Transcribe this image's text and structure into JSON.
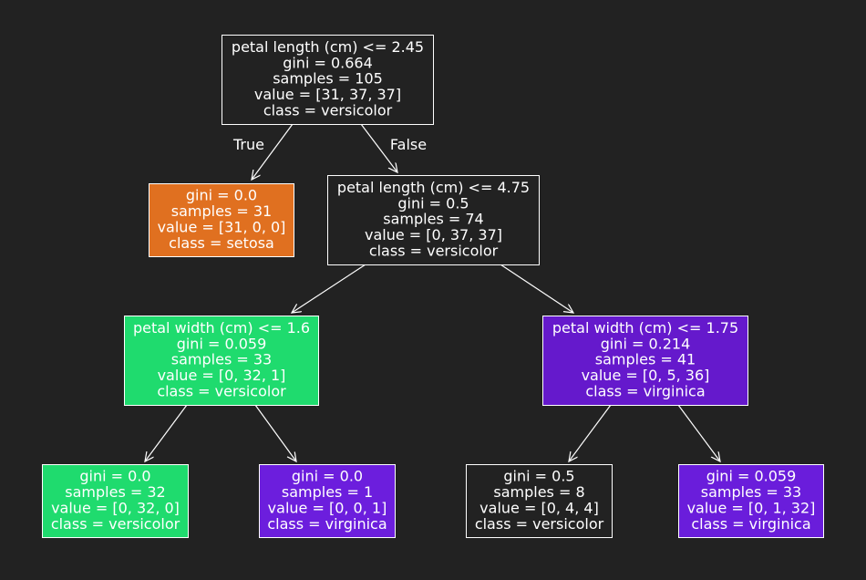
{
  "colors": {
    "background": "#222222",
    "text": "#ffffff",
    "edge": "#ffffff",
    "node_border": "#ffffff"
  },
  "edge_labels": {
    "true_label": "True",
    "false_label": "False"
  },
  "nodes": [
    {
      "id": "root",
      "fill": "#222222",
      "lines": [
        "petal length (cm) <= 2.45",
        "gini = 0.664",
        "samples = 105",
        "value = [31, 37, 37]",
        "class = versicolor"
      ]
    },
    {
      "id": "setosa-leaf",
      "fill": "#e07020",
      "lines": [
        "gini = 0.0",
        "samples = 31",
        "value = [31, 0, 0]",
        "class = setosa"
      ]
    },
    {
      "id": "split-petal-length-4-75",
      "fill": "#222222",
      "lines": [
        "petal length (cm) <= 4.75",
        "gini = 0.5",
        "samples = 74",
        "value = [0, 37, 37]",
        "class = versicolor"
      ]
    },
    {
      "id": "split-petal-width-1-6",
      "fill": "#1fdb6e",
      "lines": [
        "petal width (cm) <= 1.6",
        "gini = 0.059",
        "samples = 33",
        "value = [0, 32, 1]",
        "class = versicolor"
      ]
    },
    {
      "id": "split-petal-width-1-75",
      "fill": "#6519cc",
      "lines": [
        "petal width (cm) <= 1.75",
        "gini = 0.214",
        "samples = 41",
        "value = [0, 5, 36]",
        "class = virginica"
      ]
    },
    {
      "id": "versicolor-leaf-32",
      "fill": "#1fdb6e",
      "lines": [
        "gini = 0.0",
        "samples = 32",
        "value = [0, 32, 0]",
        "class = versicolor"
      ]
    },
    {
      "id": "virginica-leaf-1",
      "fill": "#6c1edd",
      "lines": [
        "gini = 0.0",
        "samples = 1",
        "value = [0, 0, 1]",
        "class = virginica"
      ]
    },
    {
      "id": "versicolor-leaf-8",
      "fill": "#222222",
      "lines": [
        "gini = 0.5",
        "samples = 8",
        "value = [0, 4, 4]",
        "class = versicolor"
      ]
    },
    {
      "id": "virginica-leaf-33",
      "fill": "#6a1ddb",
      "lines": [
        "gini = 0.059",
        "samples = 33",
        "value = [0, 1, 32]",
        "class = virginica"
      ]
    }
  ],
  "edges": [
    {
      "from": "root",
      "to": "setosa-leaf"
    },
    {
      "from": "root",
      "to": "split-petal-length-4-75"
    },
    {
      "from": "split-petal-length-4-75",
      "to": "split-petal-width-1-6"
    },
    {
      "from": "split-petal-length-4-75",
      "to": "split-petal-width-1-75"
    },
    {
      "from": "split-petal-width-1-6",
      "to": "versicolor-leaf-32"
    },
    {
      "from": "split-petal-width-1-6",
      "to": "virginica-leaf-1"
    },
    {
      "from": "split-petal-width-1-75",
      "to": "versicolor-leaf-8"
    },
    {
      "from": "split-petal-width-1-75",
      "to": "virginica-leaf-33"
    }
  ]
}
